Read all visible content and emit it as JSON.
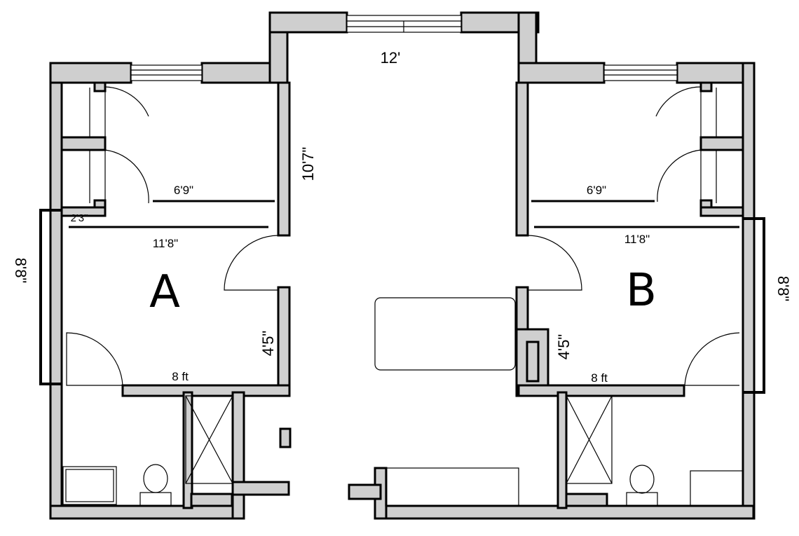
{
  "rooms": {
    "a": {
      "label": "A"
    },
    "b": {
      "label": "B"
    }
  },
  "dimensions": {
    "corridor_width": "12'",
    "corridor_depth": "10'7\"",
    "a_closet_width": "6'9\"",
    "a_closet_small": "2'3\"",
    "a_room_width": "11'8\"",
    "a_side_length": "8'8\"",
    "a_door_wall": "4'5\"",
    "a_bottom_wall": "8 ft",
    "b_closet_width": "6'9\"",
    "b_room_width": "11'8\"",
    "b_side_length": "8'8\"",
    "b_door_wall": "4'5\"",
    "b_bottom_wall": "8 ft"
  }
}
